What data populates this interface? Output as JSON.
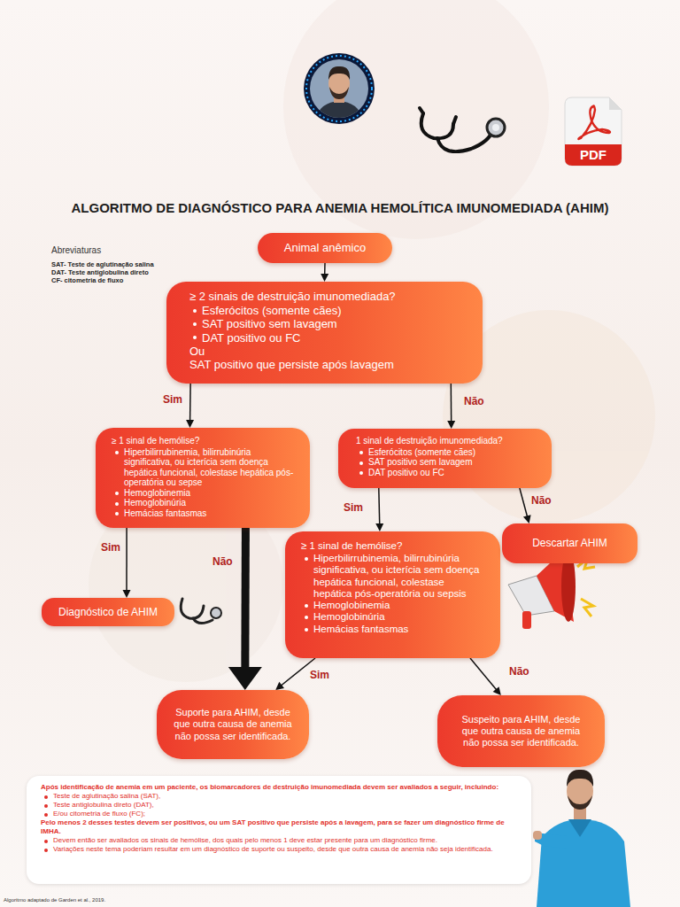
{
  "diagram": {
    "title": "ALGORITMO DE DIAGNÓSTICO PARA ANEMIA HEMOLÍTICA IMUNOMEDIADA (AHIM)",
    "nodes": [
      {
        "text": [
          "Animal anêmico"
        ]
      },
      {
        "text": [
          "≥ 2 sinais de destruição imunomediada?",
          "Esferócitos (somente cães)",
          "SAT positivo sem lavagem",
          "DAT positivo ou FC",
          "Ou",
          "SAT positivo que persiste após lavagem"
        ]
      },
      {
        "text": [
          "≥ 1 sinal de hemólise?",
          "Hiperbilirrubinemia, bilirrubinúria significativa, ou icterícia sem doença hepática funcional, colestase hepática pós-operatória ou sepse",
          "Hemoglobinemia",
          "Hemoglobinúria",
          "Hemácias fantasmas"
        ]
      },
      {
        "text": [
          "1 sinal de destruição imunomediada?",
          "Esferócitos (somente cães)",
          "SAT positivo sem lavagem",
          "DAT positivo ou FC"
        ]
      },
      {
        "text": [
          "Diagnóstico de AHIM"
        ]
      },
      {
        "text": [
          "≥ 1 sinal de hemólise?",
          "Hiperbilirrubinemia, bilirrubinúria significativa, ou icterícia sem doença hepática funcional, colestase hepática pós-operatória ou sepsis",
          "Hemoglobinemia",
          "Hemoglobinúria",
          "Hemácias fantasmas"
        ]
      },
      {
        "text": [
          "Descartar AHIM"
        ]
      },
      {
        "text": [
          "Suporte para AHIM, desde que outra causa de anemia não possa ser identificada."
        ]
      },
      {
        "text": [
          "Suspeito para AHIM, desde que outra causa de anemia não possa ser identificada."
        ]
      },
      {
        "text": [
          "Após identificação de anemia em um paciente, os biomarcadores de destruição imunomediada devem ser avaliados a seguir, incluindo:",
          "Teste de aglutinação salina (SAT),",
          "Teste antiglobulina direto (DAT),",
          "E/ou citometria de fluxo (FC);",
          "Pelo menos 2 desses testes devem ser positivos, ou um SAT positivo que persiste após a lavagem, para se fazer um diagnóstico firme de IMHA.",
          "Devem então ser avaliados os sinais de hemólise, dos quais pelo menos 1 deve estar presente para um diagnóstico firme.",
          "Variações neste tema poderiam resultar em um diagnóstico de suporte ou suspeito, desde que outra causa de anemia não seja identificada."
        ]
      }
    ],
    "edges": [
      {
        "from": 0,
        "to": 1,
        "arrow": "to"
      },
      {
        "from": 1,
        "to": 2,
        "label": "Sim",
        "arrow": "to"
      },
      {
        "from": 1,
        "to": 3,
        "label": "Não",
        "arrow": "to"
      },
      {
        "from": 2,
        "to": 4,
        "label": "Sim",
        "arrow": "to"
      },
      {
        "from": 2,
        "to": 7,
        "label": "Não",
        "arrow": "to"
      },
      {
        "from": 3,
        "to": 5,
        "label": "Sim",
        "arrow": "to"
      },
      {
        "from": 3,
        "to": 6,
        "label": "Não",
        "arrow": "to"
      },
      {
        "from": 5,
        "to": 7,
        "label": "Sim",
        "arrow": "to"
      },
      {
        "from": 5,
        "to": 8,
        "label": "Não",
        "arrow": "to"
      }
    ],
    "labels": [
      "Abreviaturas",
      "SAT- Teste de aglutinação salina",
      "DAT- Teste antiglobulina direto",
      "CF- citometria de fluxo",
      "PDF",
      "Algoritmo adaptado de Garden et al., 2019."
    ]
  }
}
